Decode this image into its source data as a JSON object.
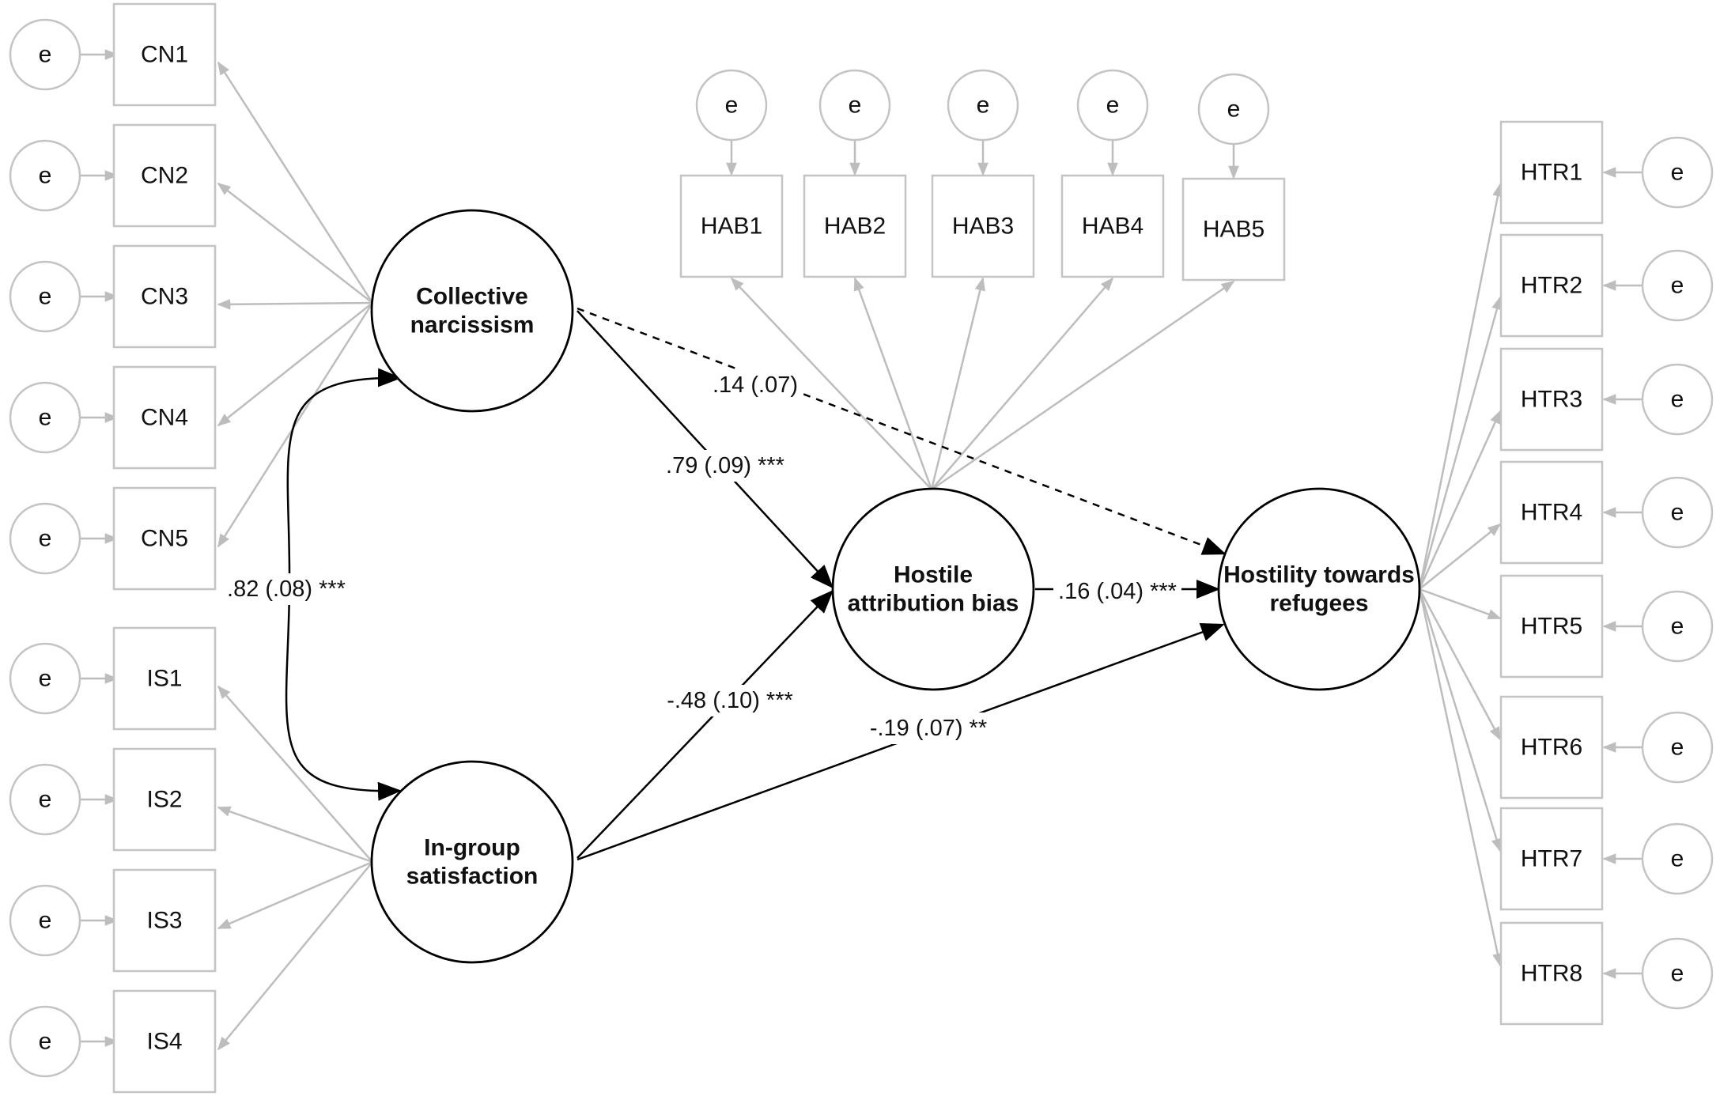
{
  "error_label": "e",
  "latents": {
    "cn": [
      "Collective",
      "narcissism"
    ],
    "is": [
      "In-group",
      "satisfaction"
    ],
    "hab": [
      "Hostile",
      "attribution bias"
    ],
    "htr": [
      "Hostility towards",
      "refugees"
    ]
  },
  "indicators": {
    "cn": [
      "CN1",
      "CN2",
      "CN3",
      "CN4",
      "CN5"
    ],
    "is": [
      "IS1",
      "IS2",
      "IS3",
      "IS4"
    ],
    "hab": [
      "HAB1",
      "HAB2",
      "HAB3",
      "HAB4",
      "HAB5"
    ],
    "htr": [
      "HTR1",
      "HTR2",
      "HTR3",
      "HTR4",
      "HTR5",
      "HTR6",
      "HTR7",
      "HTR8"
    ]
  },
  "paths": {
    "cn_is": ".82 (.08) ***",
    "cn_hab": ".79 (.09) ***",
    "is_hab": "-.48 (.10) ***",
    "cn_htr": ".14 (.07)",
    "hab_htr": ".16 (.04) ***",
    "is_htr": "-.19 (.07) **"
  },
  "colors": {
    "structural": "#000000",
    "measurement": "#bdbdbd",
    "box_stroke": "#c4c4c4"
  }
}
